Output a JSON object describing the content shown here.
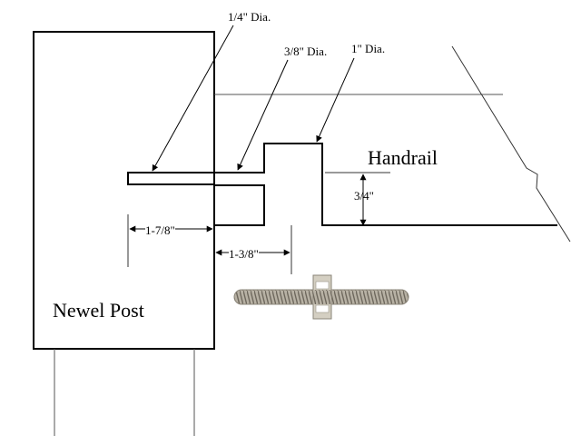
{
  "labels": {
    "dia_quarter": "1/4\" Dia.",
    "dia_three_eighths": "3/8\" Dia.",
    "dia_one": "1\" Dia.",
    "handrail": "Handrail",
    "thickness": "3/4\"",
    "depth_post": "1-7/8\"",
    "depth_rail": "1-3/8\"",
    "newel_post": "Newel Post"
  },
  "colors": {
    "line": "#000000",
    "thin_line": "#333333",
    "bolt_thread": "#a09a8e",
    "bolt_nut": "#c9c4b6"
  }
}
